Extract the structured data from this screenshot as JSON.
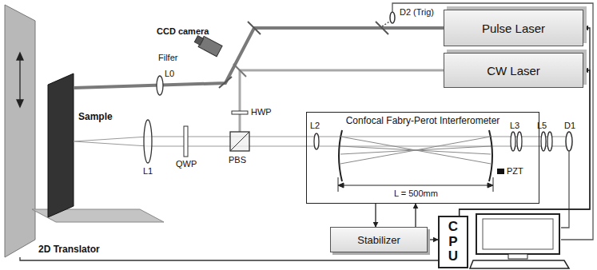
{
  "diagram": {
    "nodes": [
      {
        "text": [
          "Pulse Laser"
        ]
      },
      {
        "text": [
          "CW Laser"
        ]
      },
      {
        "text": [
          "Confocal Fabry-Perot Interferometer"
        ]
      },
      {
        "text": [
          "Stabilizer"
        ]
      },
      {
        "text": [
          "CPU"
        ]
      }
    ],
    "edges": [
      {
        "from": 4,
        "to": 0,
        "arrow": "to"
      },
      {
        "from": 4,
        "to": 1,
        "arrow": "to"
      },
      {
        "from": 3,
        "to": 4,
        "arrow": "to"
      },
      {
        "from": 2,
        "to": 3,
        "arrow": "to"
      },
      {
        "from": 3,
        "to": 2,
        "arrow": "to"
      }
    ],
    "labels": [
      "D2 (Trig)",
      "CCD camera",
      "Filfer",
      "L0",
      "Sample",
      "HWP",
      "QWP",
      "PBS",
      "L1",
      "L2",
      "L3",
      "PZT",
      "L5",
      "D1",
      "L = 500mm",
      "2D Translator"
    ]
  }
}
